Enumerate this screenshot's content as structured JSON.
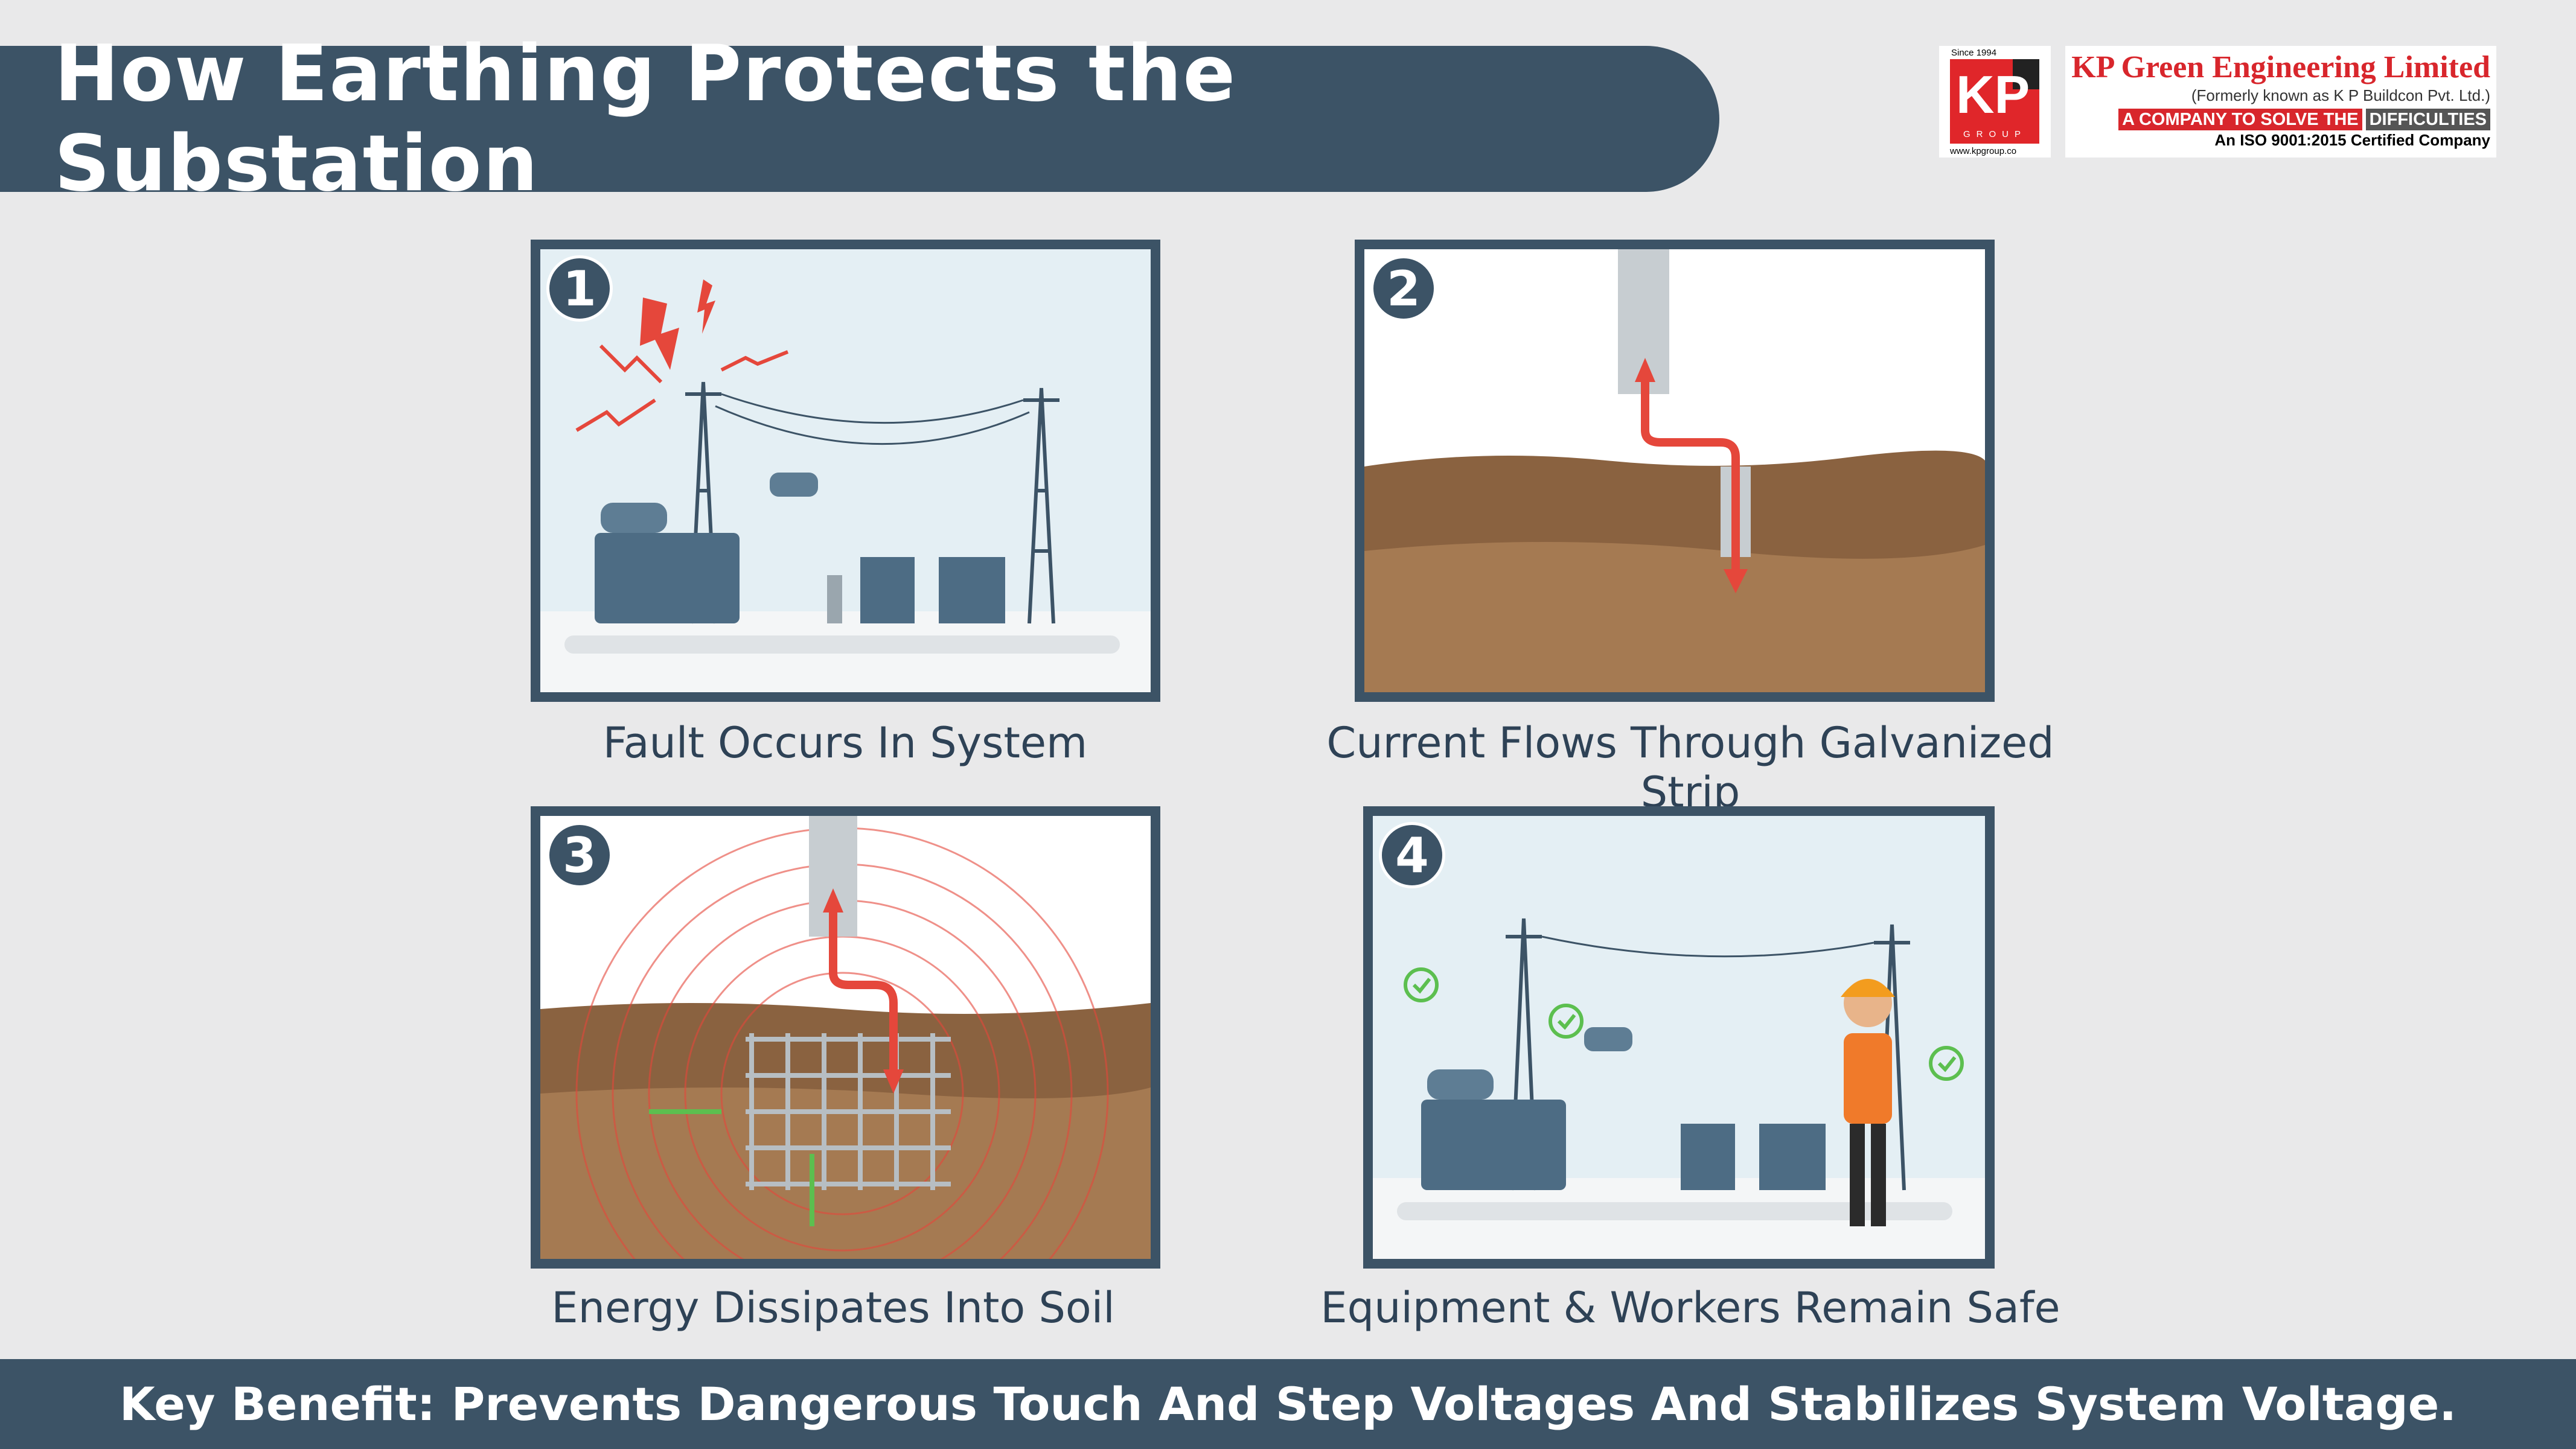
{
  "header": {
    "title": "How Earthing Protects the Substation"
  },
  "logo": {
    "since": "Since 1994",
    "mark": "KP",
    "group": "GROUP",
    "url": "www.kpgroup.co",
    "company": "KP Green Engineering Limited",
    "formerly": "(Formerly known as K P Buildcon Pvt. Ltd.)",
    "tagline_red": "A COMPANY TO SOLVE THE",
    "tagline_grey": "DIFFICULTIES",
    "iso": "An ISO 9001:2015 Certified Company"
  },
  "steps": [
    {
      "number": "1",
      "caption": "Fault Occurs In System"
    },
    {
      "number": "2",
      "caption": "Current Flows Through Galvanized Strip"
    },
    {
      "number": "3",
      "caption": "Energy Dissipates Into Soil"
    },
    {
      "number": "4",
      "caption": "Equipment & Workers Remain Safe"
    }
  ],
  "footer": {
    "benefit": "Key Benefit: Prevents Dangerous Touch And Step Voltages And Stabilizes System Voltage."
  },
  "colors": {
    "primary": "#3c5366",
    "brand_red": "#d8262c",
    "arrow_red": "#e5473b",
    "soil": "#a57a52"
  }
}
